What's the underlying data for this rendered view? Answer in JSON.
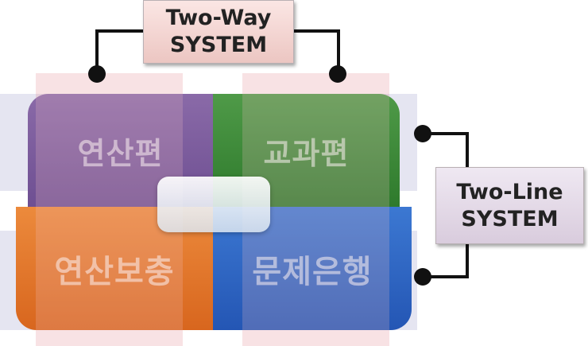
{
  "two_way_label": [
    "Two-Way",
    "SYSTEM"
  ],
  "two_line_label": [
    "Two-Line",
    "SYSTEM"
  ],
  "quadrants": {
    "top_left": "연산편",
    "top_right": "교과편",
    "bottom_left": "연산보충",
    "bottom_right": "문제은행"
  },
  "colors": {
    "top_left": "#7a5a9c",
    "top_right": "#3a8a36",
    "bottom_left": "#e0762c",
    "bottom_right": "#2f66c4"
  }
}
